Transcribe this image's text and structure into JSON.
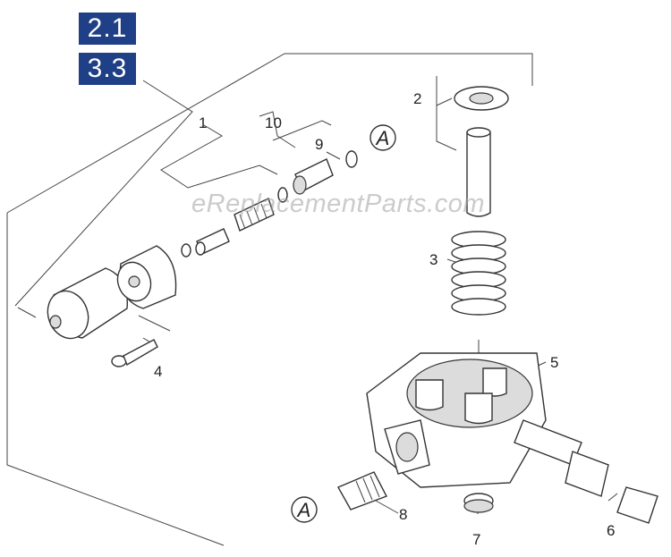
{
  "badges": [
    "2.1",
    "3.3"
  ],
  "watermark": "eReplacementParts.com",
  "callouts": {
    "n1": "1",
    "n2": "2",
    "n3": "3",
    "n4": "4",
    "n5": "5",
    "n6": "6",
    "n7": "7",
    "n8": "8",
    "n9": "9",
    "n10": "10"
  },
  "reference_marks": {
    "a_top": "A",
    "a_bottom": "A"
  },
  "colors": {
    "badge_bg": "#1f3f86",
    "line": "#444444"
  }
}
